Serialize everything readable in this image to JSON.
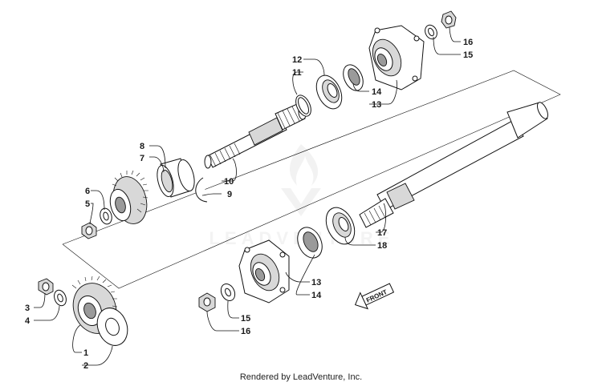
{
  "diagram": {
    "callouts": {
      "c1": "1",
      "c2": "2",
      "c3": "3",
      "c4": "4",
      "c5": "5",
      "c6": "6",
      "c7": "7",
      "c8": "8",
      "c9": "9",
      "c10": "10",
      "c11": "11",
      "c12": "12",
      "c13a": "13",
      "c14a": "14",
      "c15a": "15",
      "c16a": "16",
      "c13b": "13",
      "c14b": "14",
      "c15b": "15",
      "c16b": "16",
      "c17": "17",
      "c18": "18"
    },
    "front_arrow_label": "FRONT",
    "watermark_text": "LEADVENTURE"
  },
  "footer": {
    "rendered_by": "Rendered by LeadVenture, Inc."
  }
}
